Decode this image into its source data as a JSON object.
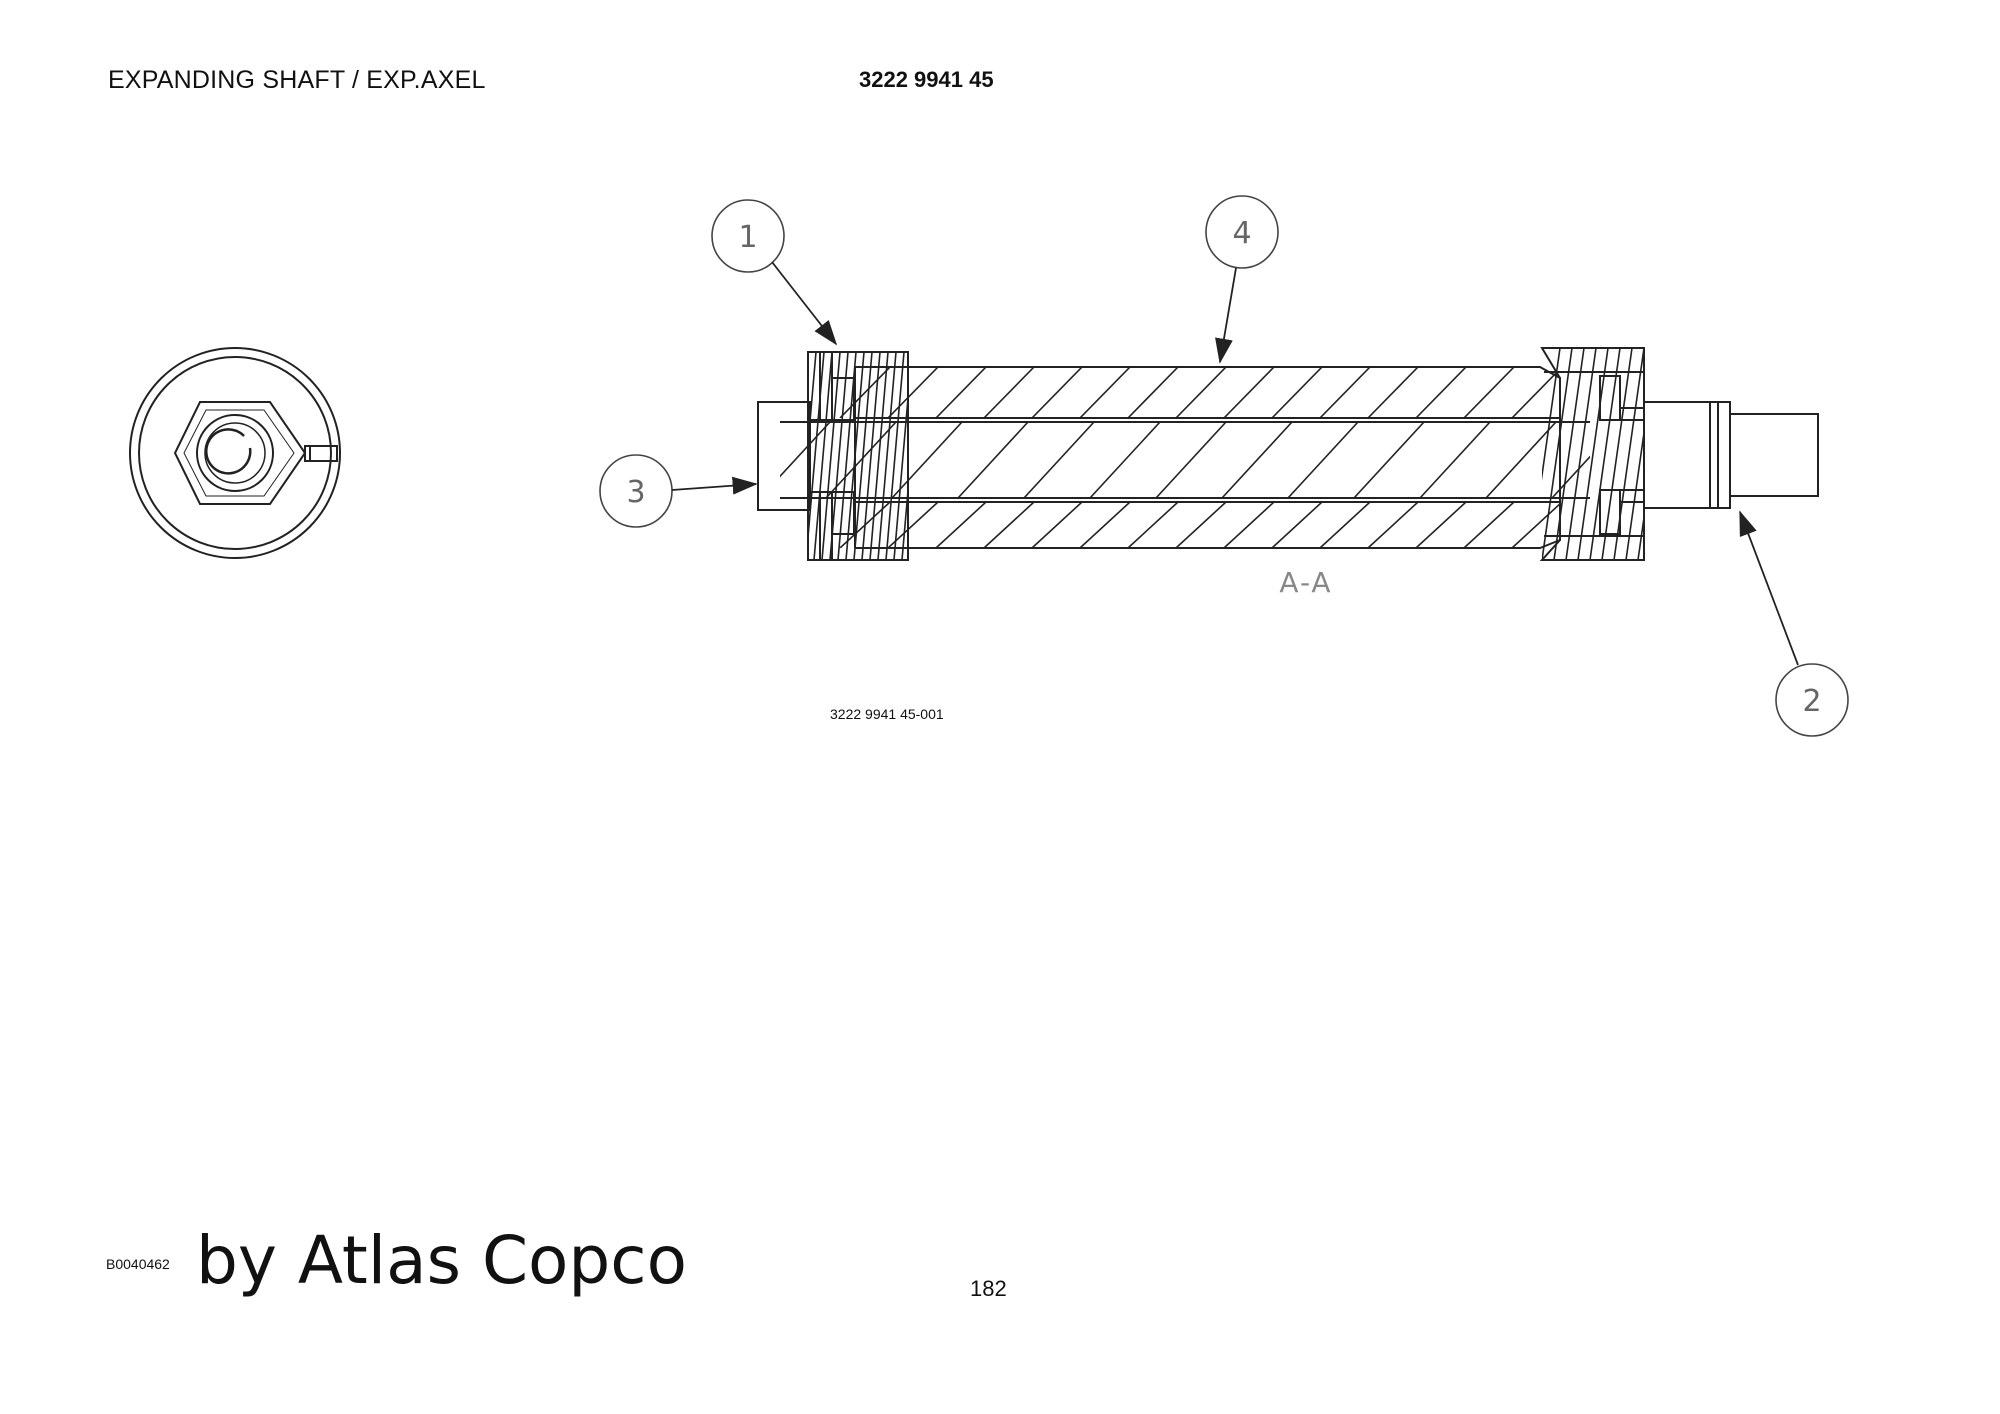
{
  "header": {
    "title": "EXPANDING SHAFT / EXP.AXEL",
    "part_number": "3222 9941 45"
  },
  "drawing": {
    "drawing_number": "3222 9941 45-001",
    "section_label": "A-A",
    "callouts": [
      "1",
      "2",
      "3",
      "4"
    ],
    "line_color": "#222222",
    "balloon_color": "#444444"
  },
  "footer": {
    "code": "B0040462",
    "brand": "by Atlas Copco",
    "page_number": "182"
  }
}
